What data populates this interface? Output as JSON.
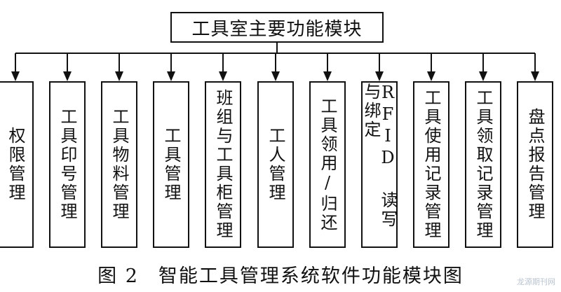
{
  "diagram": {
    "root": "工具室主要功能模块",
    "modules": [
      "权限管理",
      "工具印号管理",
      "工具物料管理",
      "工具管理",
      "班组与工具柜管理",
      "工人管理",
      "工具领用/归还",
      "RFID 读写与绑定",
      "工具使用记录管理",
      "工具领取记录管理",
      "盘点报告管理"
    ]
  },
  "caption": {
    "figure_number": "图 2",
    "title": "智能工具管理系统软件功能模块图"
  },
  "watermark": "龙源期刊网",
  "colors": {
    "line": "#111111",
    "background": "#ffffff",
    "watermark": "#b9c4cf"
  }
}
